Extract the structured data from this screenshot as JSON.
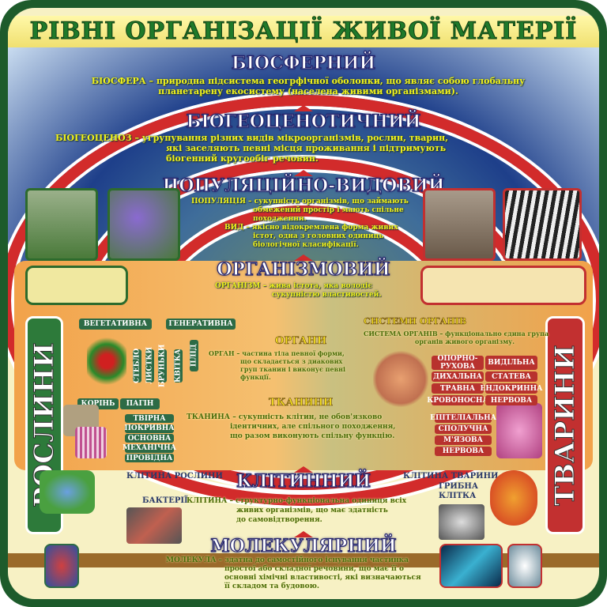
{
  "title": "РІВНІ ОРГАНІЗАЦІЇ ЖИВОЇ МАТЕРІЇ",
  "levels": {
    "biosphere": {
      "heading": "БІОСФЕРНИЙ",
      "term": "БІОСФЕРА",
      "def1": "– природна підсистема геогрфічної оболонки, що являє собою глобальну",
      "def2": "планетарену екосистему (населена живими організмами)."
    },
    "biogeocenotic": {
      "heading": "БІОГЕОЦЕНОТИЧНИЙ",
      "term": "БІОГЕОЦЕНОЗ",
      "def1": "– угрупування різних видів мікроорганізмів, рослин, тварин,",
      "def2": "які заселяють певні місця проживання і підтримують",
      "def3": "біогенний кругообіг речовин."
    },
    "population": {
      "heading": "ПОПУЛЯЦІЙНО-ВИДОВИЙ",
      "term": "ПОПУЛЯЦІЯ",
      "def1": "– сукупність організмів, що займають",
      "def2": "обмежений простір і мають спільне",
      "def3": "походження.",
      "term2": "ВИД",
      "def4": "– якісно відокремлена форма живих",
      "def5": "істот, одна з головних одиниць",
      "def6": "біологічної класифікації."
    },
    "organism": {
      "heading": "ОРГАНІЗМОВИЙ",
      "term": "ОРГАНІЗМ",
      "def1": "– жива істота, яка володіє",
      "def2": "сукупністю властивостей."
    },
    "cellular": {
      "heading": "КЛІТИННИЙ",
      "term": "КЛІТИНА",
      "def1": "– структурно-функціональна одиниця всіх",
      "def2": "живих організмів, що має здатність",
      "def3": "до самовідтворення."
    },
    "molecular": {
      "heading": "МОЛЕКУЛЯРНИЙ",
      "term": "МОЛЕКУЛА",
      "def1": "– здатна до самостійного існування частинка",
      "def2": "простої або складної речовини, що має її о",
      "def3": "основні хімічні властивості, які визначаються",
      "def4": "її складом та будовою."
    }
  },
  "plants_label": "РОСЛИНИ",
  "animals_label": "ТВАРИНИ",
  "organs": {
    "heading": "ОРГАНИ",
    "term": "ОРГАН",
    "def1": "– частина тіла певної форми,",
    "def2": "що складається з диакових",
    "def3": "груп тканин і виконує певні",
    "def4": "функції."
  },
  "plant_organs": {
    "vegetative": "ВЕГЕТАТИВНА",
    "generative": "ГЕНЕРАТИВНА",
    "root": "КОРІНЬ",
    "shoot": "ПАГІН",
    "parts": [
      "СТЕБЛО",
      "ЛИСТКИ",
      "БРУНЬКИ",
      "КВІТКА",
      "ПЛІД"
    ]
  },
  "tissues": {
    "heading": "ТКАНИНИ",
    "term": "ТКАНИНА",
    "def1": "– сукупність клітин, не обов'язково",
    "def2": "ідентичних, але спільного походження,",
    "def3": "що разом виконують спільну функцію.",
    "plant": [
      "ТВІРНА",
      "ПОКРИВНА",
      "ОСНОВНА",
      "МЕХАНІЧНА",
      "ПРОВІДНА"
    ],
    "animal": [
      "ЕПІТЕЛІАЛЬНА",
      "СПОЛУЧНА",
      "М'ЯЗОВА",
      "НЕРВОВА"
    ]
  },
  "organ_systems": {
    "heading": "СИСТЕМИ ОРГАНІВ",
    "term": "СИСТЕМА ОРГАНІВ",
    "def1": "– функціонально єдина група",
    "def2": "органів живого організму.",
    "items": [
      "ОПОРНО-РУХОВА",
      "ВИДІЛЬНА",
      "ДИХАЛЬНА",
      "СТАТЕВА",
      "ТРАВНА",
      "ЕНДОКРИННА",
      "КРОВОНОСНА",
      "НЕРВОВА"
    ]
  },
  "cells": {
    "plant_cell": "КЛІТИНА РОСЛИНИ",
    "animal_cell": "КЛІТИНА ТВАРИНИ",
    "bacteria": "БАКТЕРІЇ",
    "fungal_cell": "ГРИБНА КЛІТКА"
  },
  "colors": {
    "frame": "#1d5b2b",
    "title": "#1f7a2a",
    "arc": "#d22b2b",
    "plants": "#2d7a3a",
    "animals": "#c23030",
    "orange": "#f2a24a"
  }
}
